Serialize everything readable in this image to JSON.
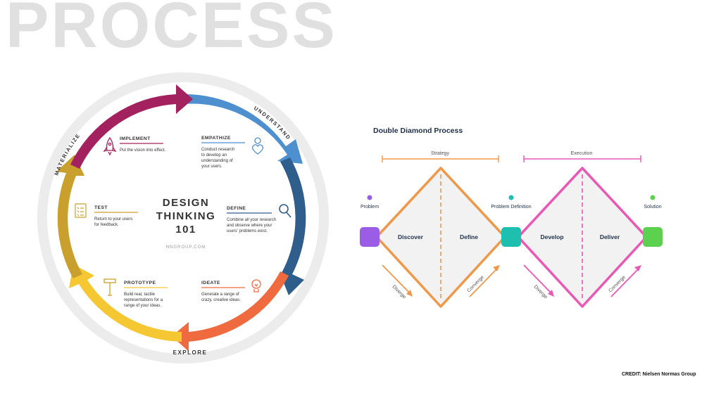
{
  "slide": {
    "title": "PROCESS",
    "credit": "CREDIT: Nielsen Normas Group"
  },
  "design_thinking": {
    "title_line1": "DESIGN",
    "title_line2": "THINKING",
    "title_line3": "101",
    "site": "NNGROUP.COM",
    "ring_labels": {
      "understand": "UNDERSTAND",
      "explore": "EXPLORE",
      "materialize": "MATERIALIZE"
    },
    "stages": [
      {
        "key": "empathize",
        "title": "EMPATHIZE",
        "lines": [
          "Conduct research",
          "to develop an",
          "understanding of",
          "your users."
        ],
        "color": "#4d8fcf"
      },
      {
        "key": "define",
        "title": "DEFINE",
        "lines": [
          "Combine all your research",
          "and observe where your",
          "users' problems exist."
        ],
        "color": "#2f5d8c"
      },
      {
        "key": "ideate",
        "title": "IDEATE",
        "lines": [
          "Generate a range of",
          "crazy, creative ideas."
        ],
        "color": "#f06a3f"
      },
      {
        "key": "prototype",
        "title": "PROTOTYPE",
        "lines": [
          "Build real, tactile",
          "representations for a",
          "range of your ideas."
        ],
        "color": "#f5c733"
      },
      {
        "key": "test",
        "title": "TEST",
        "lines": [
          "Return to your users",
          "for feedback."
        ],
        "color": "#c9a02e"
      },
      {
        "key": "implement",
        "title": "IMPLEMENT",
        "lines": [
          "Put the vision into effect."
        ],
        "color": "#a3215e"
      }
    ]
  },
  "double_diamond": {
    "title": "Double Diamond Process",
    "strategy": "Strategy",
    "execution": "Execution",
    "points": [
      {
        "label": "Problem",
        "color": "#9b5de5"
      },
      {
        "label": "Problem Definition",
        "color": "#1fbfb0"
      },
      {
        "label": "Solution",
        "color": "#5cd04f"
      }
    ],
    "phases": [
      "Discover",
      "Define",
      "Develop",
      "Deliver"
    ],
    "diverge": "Diverge",
    "converge": "Converge",
    "colors": {
      "first": "#f0984a",
      "second": "#e858b4"
    }
  }
}
